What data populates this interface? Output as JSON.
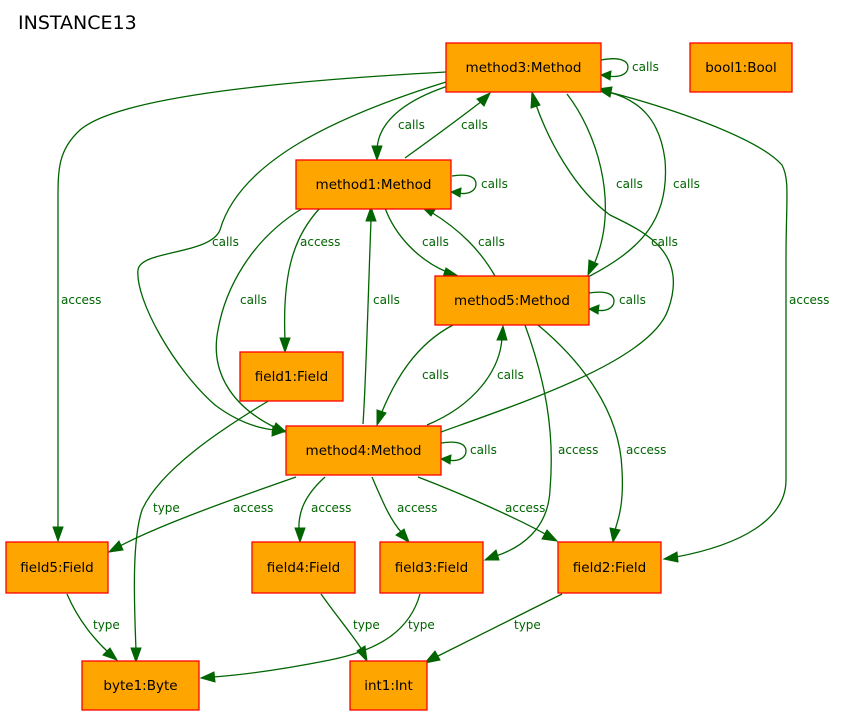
{
  "title": "INSTANCE13",
  "colors": {
    "node_fill": "#ffa500",
    "node_stroke": "#ff0000",
    "edge": "#006400"
  },
  "nodes": {
    "method3": "method3:Method",
    "bool1": "bool1:Bool",
    "method1": "method1:Method",
    "method5": "method5:Method",
    "field1": "field1:Field",
    "method4": "method4:Method",
    "field5": "field5:Field",
    "field4": "field4:Field",
    "field3": "field3:Field",
    "field2": "field2:Field",
    "byte1": "byte1:Byte",
    "int1": "int1:Int"
  },
  "edges": [
    {
      "from": "method3",
      "to": "method3",
      "label": "calls"
    },
    {
      "from": "method3",
      "to": "method1",
      "label": "calls"
    },
    {
      "from": "method1",
      "to": "method3",
      "label": "calls"
    },
    {
      "from": "method3",
      "to": "field5",
      "label": "access"
    },
    {
      "from": "method3",
      "to": "method4",
      "label": "calls"
    },
    {
      "from": "method3",
      "to": "method5",
      "label": "calls"
    },
    {
      "from": "method5",
      "to": "method3",
      "label": "calls"
    },
    {
      "from": "method4",
      "to": "method3",
      "label": "calls"
    },
    {
      "from": "method3",
      "to": "field2",
      "label": "access"
    },
    {
      "from": "method1",
      "to": "method1",
      "label": "calls"
    },
    {
      "from": "method1",
      "to": "field1",
      "label": "access"
    },
    {
      "from": "method1",
      "to": "method4",
      "label": "calls"
    },
    {
      "from": "method1",
      "to": "method5",
      "label": "calls"
    },
    {
      "from": "method5",
      "to": "method1",
      "label": "calls"
    },
    {
      "from": "method4",
      "to": "method1",
      "label": "calls"
    },
    {
      "from": "method5",
      "to": "method5",
      "label": "calls"
    },
    {
      "from": "method5",
      "to": "method4",
      "label": "calls"
    },
    {
      "from": "method4",
      "to": "method5",
      "label": "calls"
    },
    {
      "from": "method5",
      "to": "field3",
      "label": "access"
    },
    {
      "from": "method5",
      "to": "field2",
      "label": "access"
    },
    {
      "from": "field1",
      "to": "byte1",
      "label": "type"
    },
    {
      "from": "method4",
      "to": "method4",
      "label": "calls"
    },
    {
      "from": "method4",
      "to": "field5",
      "label": "access"
    },
    {
      "from": "method4",
      "to": "field4",
      "label": "access"
    },
    {
      "from": "method4",
      "to": "field3",
      "label": "access"
    },
    {
      "from": "method4",
      "to": "field2",
      "label": "access"
    },
    {
      "from": "field5",
      "to": "byte1",
      "label": "type"
    },
    {
      "from": "field4",
      "to": "int1",
      "label": "type"
    },
    {
      "from": "field3",
      "to": "byte1",
      "label": "type"
    },
    {
      "from": "field2",
      "to": "int1",
      "label": "type"
    }
  ]
}
